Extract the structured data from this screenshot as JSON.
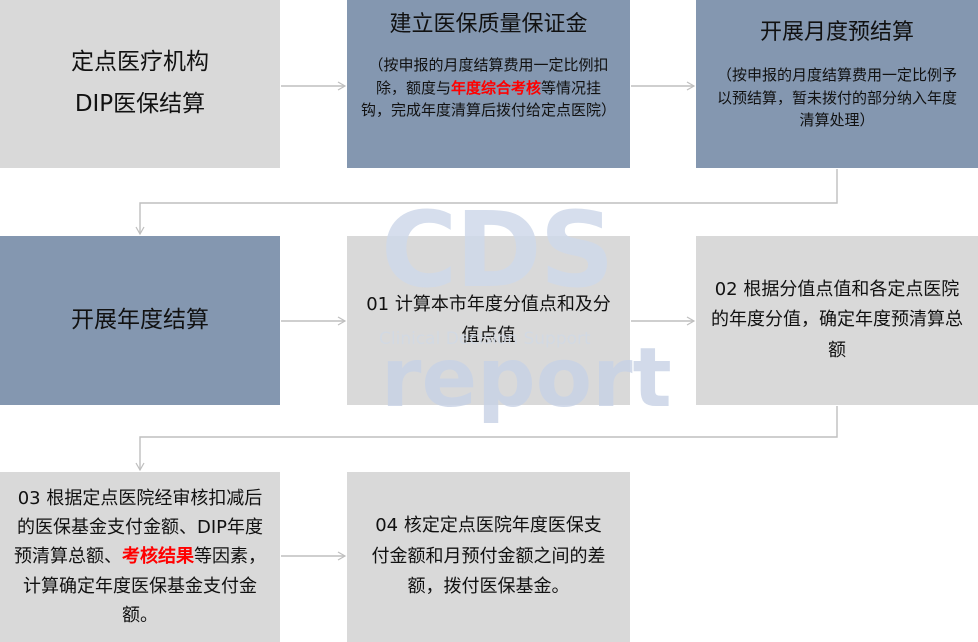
{
  "boxes": {
    "b1": {
      "line1": "定点医疗机构",
      "line2": "DIP医保结算"
    },
    "b2": {
      "title": "建立医保质量保证金",
      "body_pre": "（按申报的月度结算费用一定比例扣除，额度与",
      "body_red": "年度综合考核",
      "body_post": "等情况挂钩，完成年度清算后拨付给定点医院）"
    },
    "b3": {
      "title": "开展月度预结算",
      "body": "（按申报的月度结算费用一定比例予以预结算，暂未拨付的部分纳入年度清算处理）"
    },
    "b4": {
      "text": "开展年度结算"
    },
    "b5": {
      "text": "01 计算本市年度分值点和及分值点值"
    },
    "b6": {
      "text": "02 根据分值点值和各定点医院的年度分值，确定年度预清算总额"
    },
    "b7": {
      "pre": "03 根据定点医院经审核扣减后的医保基金支付金额、DIP年度预清算总额、",
      "red": "考核结果",
      "post": "等因素，计算确定年度医保基金支付金额。"
    },
    "b8": {
      "text": "04 核定定点医院年度医保支付金额和月预付金额之间的差额，拨付医保基金。"
    }
  },
  "watermark": {
    "logo": "CDS",
    "subtitle": "Clinical Decision Support",
    "word": "report"
  },
  "colors": {
    "gray_box": "#d9d9d9",
    "blue_box": "#8497b0",
    "connector": "#bfbfbf",
    "highlight": "#ff0000"
  }
}
